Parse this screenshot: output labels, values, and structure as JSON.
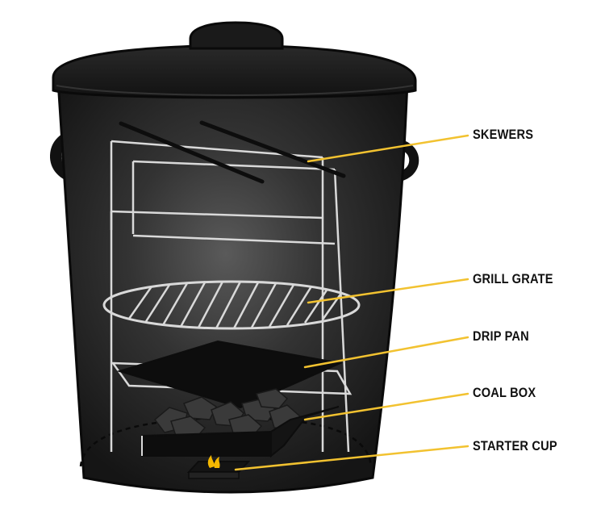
{
  "labels": {
    "skewers": "SKEWERS",
    "grill_grate": "GRILL GRATE",
    "drip_pan": "DRIP PAN",
    "coal_box": "COAL BOX",
    "starter_cup": "STARTER CUP"
  },
  "colors": {
    "can_body": "#1c1c1c",
    "can_lid": "#202020",
    "leader_line": "#f2c230",
    "frame_wire": "#d9d9d9",
    "flame": "#f5b800",
    "label_text": "#111111"
  }
}
